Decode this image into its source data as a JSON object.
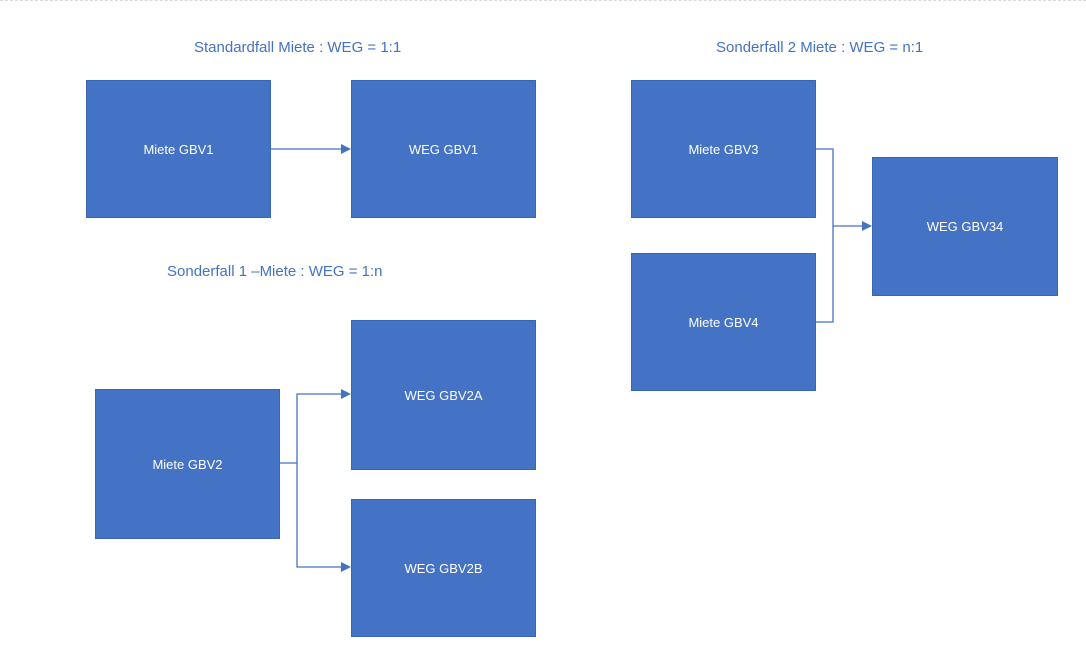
{
  "colors": {
    "accent": "#4472c4",
    "text_on_box": "#ffffff",
    "background": "#ffffff"
  },
  "titles": {
    "standard": "Standardfall Miete : WEG = 1:1",
    "sonder1": "Sonderfall 1 –Miete : WEG = 1:n",
    "sonder2": "Sonderfall 2 Miete : WEG = n:1"
  },
  "boxes": {
    "miete_gbv1": "Miete GBV1",
    "weg_gbv1": "WEG GBV1",
    "miete_gbv2": "Miete GBV2",
    "weg_gbv2a": "WEG GBV2A",
    "weg_gbv2b": "WEG GBV2B",
    "miete_gbv3": "Miete GBV3",
    "miete_gbv4": "Miete GBV4",
    "weg_gbv34": "WEG GBV34"
  }
}
